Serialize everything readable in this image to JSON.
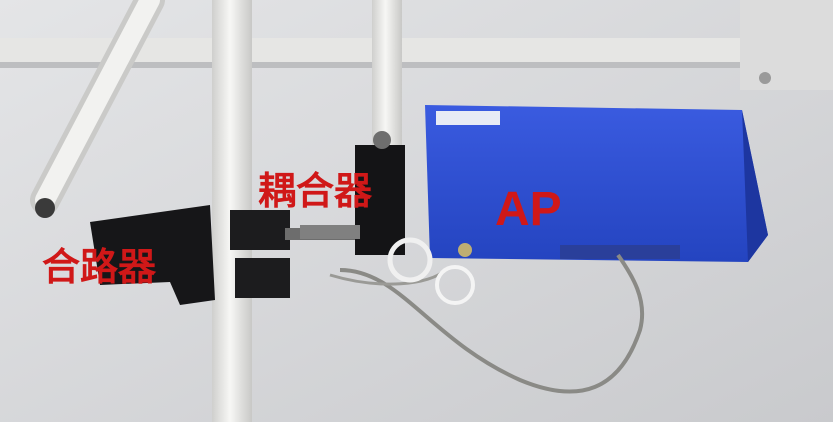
{
  "labels": {
    "coupler": "耦合器",
    "combiner": "合路器",
    "ap": "AP"
  },
  "device": {
    "brand_text": ""
  },
  "colors": {
    "wall": "#d9dadc",
    "label": "#d01818",
    "ap_body": "#2f4fd0",
    "pipe": "#ececea"
  }
}
